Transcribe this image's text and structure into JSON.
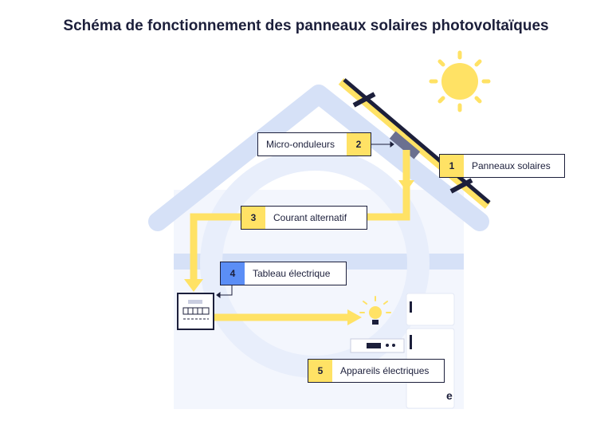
{
  "title": "Schéma de fonctionnement des panneaux solaires photovoltaïques",
  "colors": {
    "flow": "#ffe265",
    "house": "#d6e1f7",
    "panel": "#1c1f3b",
    "sun": "#ffe265",
    "callout_yellow": "#ffe265",
    "callout_blue": "#5b8ef6"
  },
  "callouts": [
    {
      "number": "1",
      "label": "Panneaux solaires"
    },
    {
      "number": "2",
      "label": "Micro-onduleurs"
    },
    {
      "number": "3",
      "label": "Courant alternatif"
    },
    {
      "number": "4",
      "label": "Tableau électrique"
    },
    {
      "number": "5",
      "label": "Appareils électriques"
    }
  ],
  "brand_mark": "e"
}
